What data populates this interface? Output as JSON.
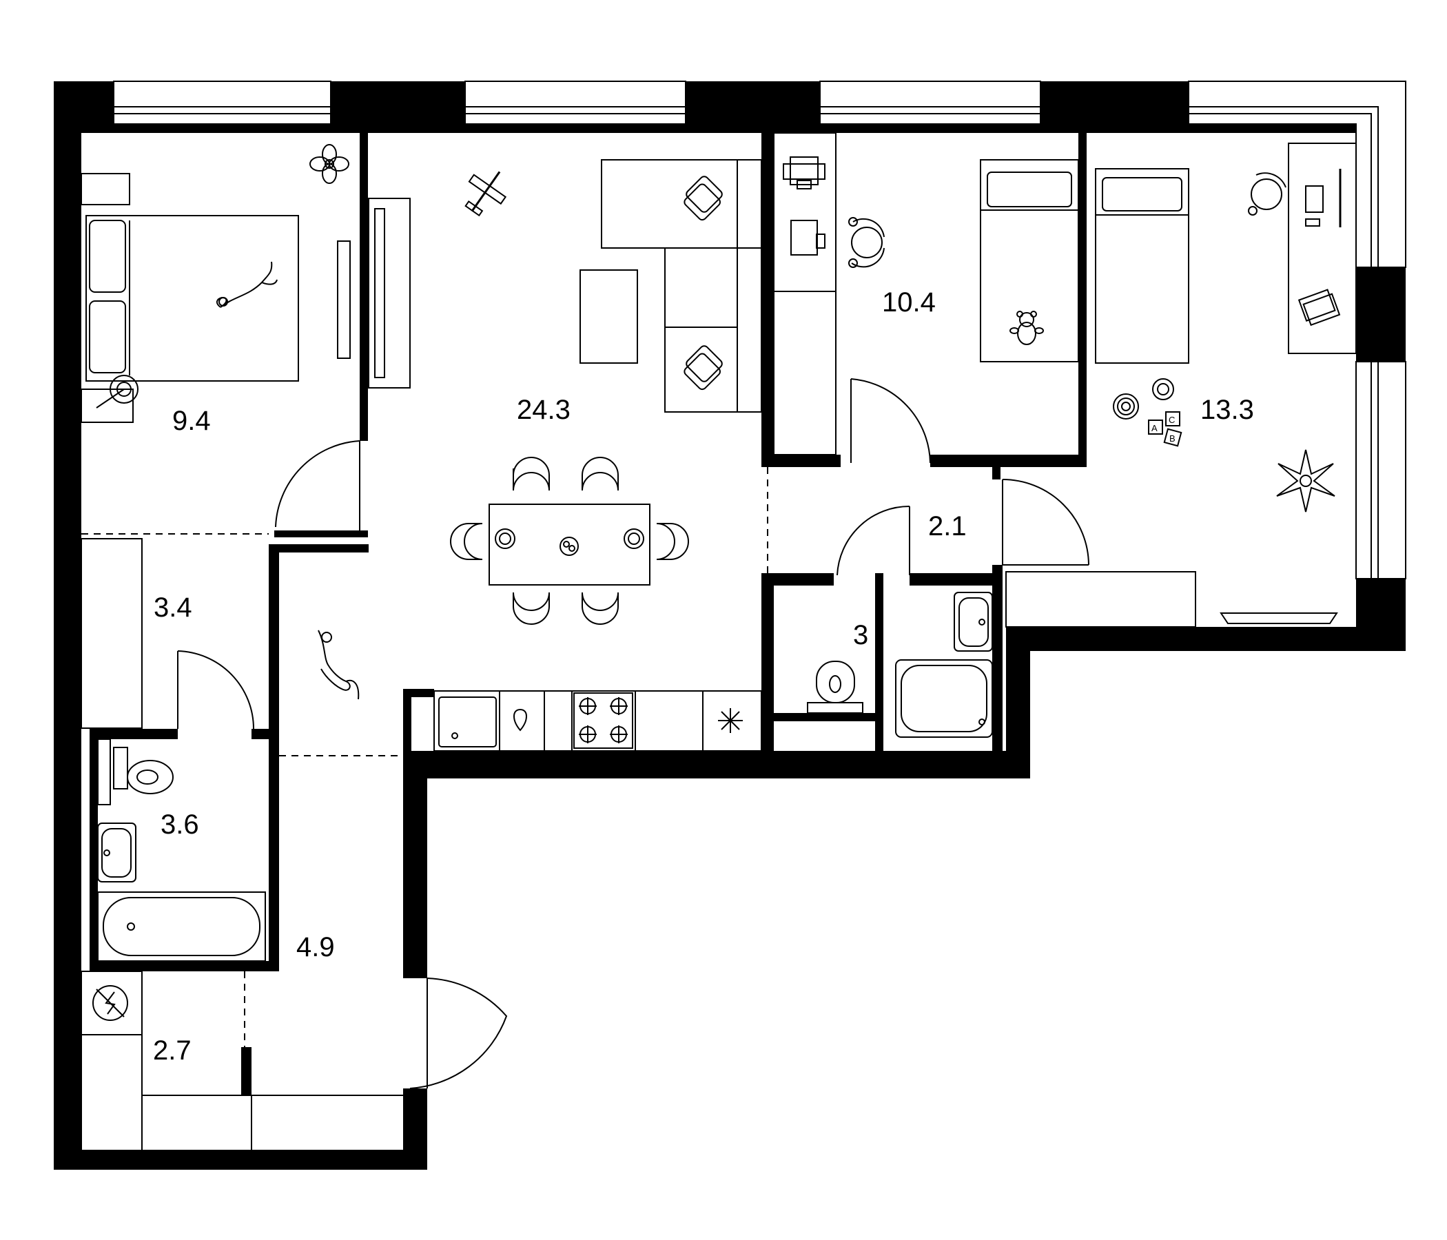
{
  "plan": {
    "colors": {
      "wall": "#000000",
      "background": "#ffffff",
      "furniture_stroke": "#000000"
    },
    "rooms": [
      {
        "id": "bedroom",
        "area": "9.4"
      },
      {
        "id": "living-room",
        "area": "24.3"
      },
      {
        "id": "study-room",
        "area": "10.4"
      },
      {
        "id": "kids-room",
        "area": "13.3"
      },
      {
        "id": "closet",
        "area": "3.4"
      },
      {
        "id": "hallway-small",
        "area": "2.1"
      },
      {
        "id": "wc",
        "area": "3"
      },
      {
        "id": "bathroom",
        "area": "3.6"
      },
      {
        "id": "entry-hall",
        "area": "4.9"
      },
      {
        "id": "utility",
        "area": "2.7"
      }
    ],
    "toy_blocks": [
      "A",
      "C",
      "B"
    ],
    "icons": [
      "cat-icon",
      "plant-icon",
      "airplane-toy-icon",
      "pillow-icon",
      "printer-icon",
      "computer-icon",
      "office-chair-icon",
      "teddy-bear-icon",
      "toy-ring-icon",
      "books-icon",
      "snowflake-icon",
      "cooktop-icon",
      "electric-panel-icon",
      "dinner-plate-icon"
    ]
  }
}
